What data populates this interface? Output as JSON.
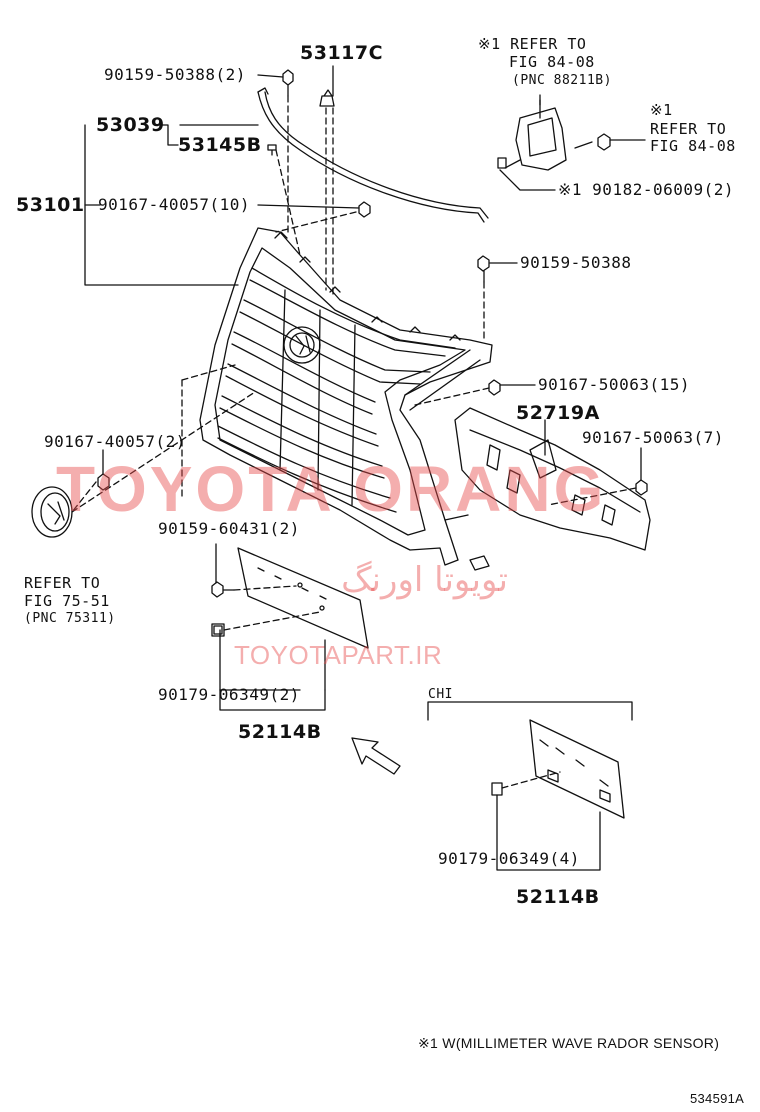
{
  "diagram": {
    "labels": {
      "p90159_50388_2": "90159-50388(2)",
      "p53117c": "53117C",
      "p53039": "53039",
      "p53145b": "53145B",
      "p53101": "53101",
      "p90167_40057_10": "90167-40057(10)",
      "ref_radar_1": "※1 REFER TO",
      "ref_radar_2": "FIG 84-08",
      "ref_radar_3": "(PNC 88211B)",
      "ref_bracket_1": "※1",
      "ref_bracket_2": "REFER TO",
      "ref_bracket_3": "FIG 84-08",
      "p90182_06009_2": "※1 90182-06009(2)",
      "p90159_50388": "90159-50388",
      "p90167_50063_15": "90167-50063(15)",
      "p52719a": "52719A",
      "p90167_50063_7": "90167-50063(7)",
      "p90167_40057_2": "90167-40057(2)",
      "ref_emblem_1": "REFER TO",
      "ref_emblem_2": "FIG 75-51",
      "ref_emblem_3": "(PNC 75311)",
      "p90159_60431_2": "90159-60431(2)",
      "p90179_06349_2": "90179-06349(2)",
      "p52114b_a": "52114B",
      "chi": "CHI",
      "p90179_06349_4": "90179-06349(4)",
      "p52114b_b": "52114B",
      "footnote": "※1  W(MILLIMETER WAVE RADOR SENSOR)",
      "figure_id": "534591A"
    },
    "watermark": {
      "brand": "TOYOTA ORANG",
      "persian": "تویوتا اورنگ",
      "site": "TOYOTAPART.IR",
      "color": "#e74c4c"
    }
  }
}
